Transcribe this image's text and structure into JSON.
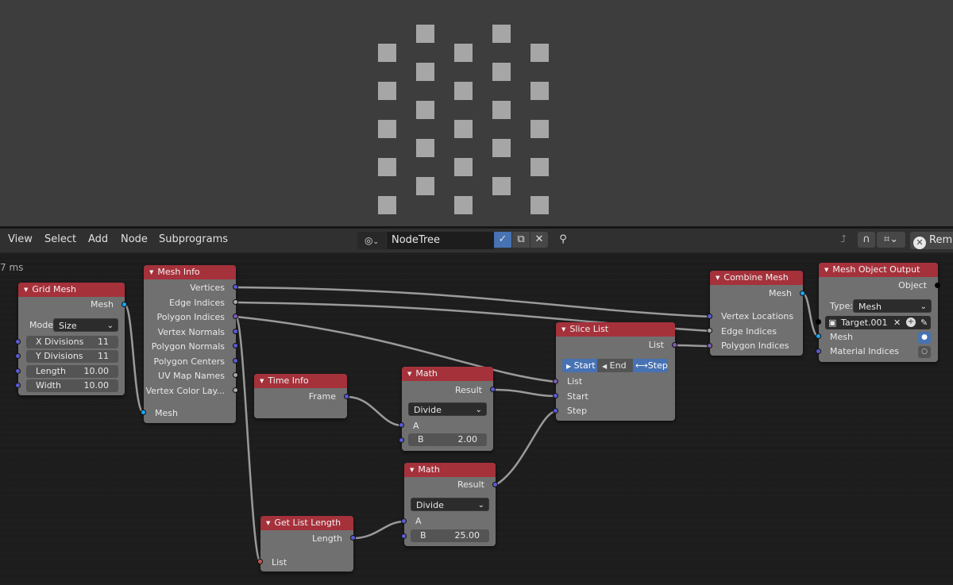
{
  "header": {
    "menu": [
      "View",
      "Select",
      "Add",
      "Node",
      "Subprograms"
    ],
    "tree_name": "NodeTree",
    "rem_label": "Rem"
  },
  "overlay": {
    "time_text": "7 ms"
  },
  "nodes": {
    "grid_mesh": {
      "title": "Grid Mesh",
      "mesh_out": "Mesh",
      "mode_label": "Mode",
      "mode_value": "Size",
      "x_div_label": "X Divisions",
      "x_div_value": "11",
      "y_div_label": "Y Divisions",
      "y_div_value": "11",
      "length_label": "Length",
      "length_value": "10.00",
      "width_label": "Width",
      "width_value": "10.00"
    },
    "mesh_info": {
      "title": "Mesh Info",
      "outputs": [
        "Vertices",
        "Edge Indices",
        "Polygon Indices",
        "Vertex Normals",
        "Polygon Normals",
        "Polygon Centers",
        "UV Map Names",
        "Vertex Color Lay..."
      ],
      "mesh_in": "Mesh"
    },
    "time_info": {
      "title": "Time Info",
      "frame_out": "Frame"
    },
    "math1": {
      "title": "Math",
      "result": "Result",
      "op": "Divide",
      "a": "A",
      "b_label": "B",
      "b_value": "2.00"
    },
    "math2": {
      "title": "Math",
      "result": "Result",
      "op": "Divide",
      "a": "A",
      "b_label": "B",
      "b_value": "25.00"
    },
    "get_list_length": {
      "title": "Get List Length",
      "length_out": "Length",
      "list_in": "List"
    },
    "slice_list": {
      "title": "Slice List",
      "list_out": "List",
      "modes": [
        "Start",
        "End",
        "Step"
      ],
      "list_in": "List",
      "start_in": "Start",
      "step_in": "Step"
    },
    "combine_mesh": {
      "title": "Combine Mesh",
      "mesh_out": "Mesh",
      "inputs": [
        "Vertex Locations",
        "Edge Indices",
        "Polygon Indices"
      ]
    },
    "mesh_object_output": {
      "title": "Mesh Object Output",
      "object_out": "Object",
      "type_label": "Type:",
      "type_value": "Mesh",
      "target": "Target.001",
      "mesh_in": "Mesh",
      "material_in": "Material Indices"
    }
  },
  "colors": {
    "header_red": "#a5313b",
    "node_body": "#707070",
    "wire": "#9a9a9a",
    "accent_blue": "#4772b3"
  }
}
